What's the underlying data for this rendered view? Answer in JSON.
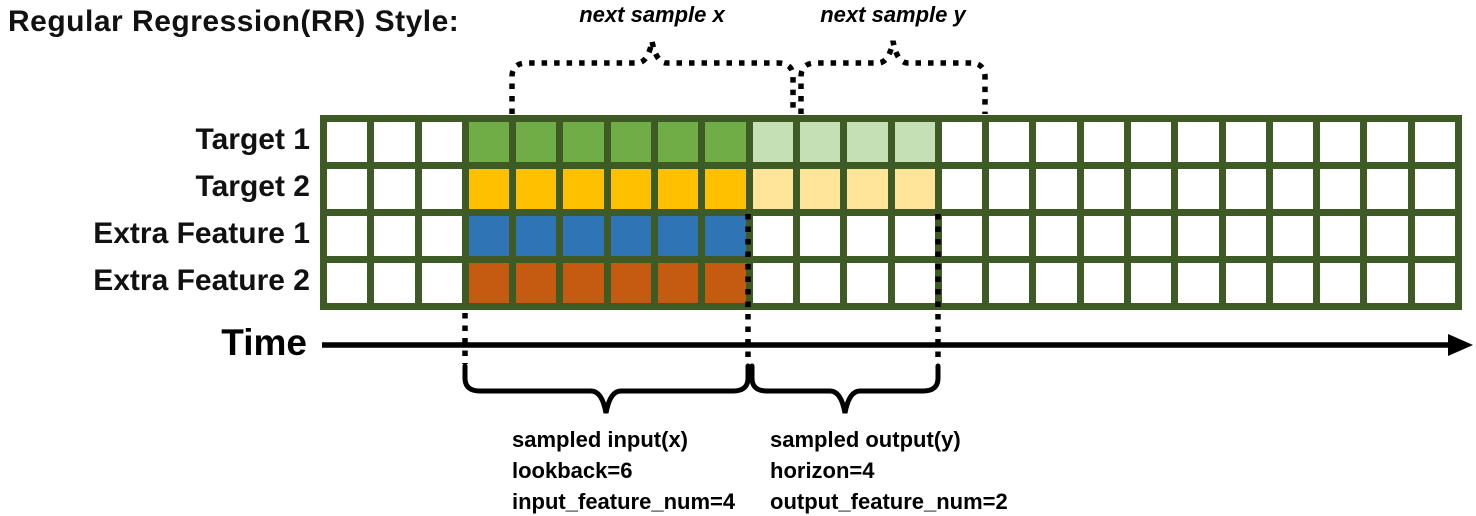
{
  "title": "Regular Regression(RR) Style:",
  "annotations": {
    "next_sample_x": "next sample x",
    "next_sample_y": "next sample y"
  },
  "time_axis": {
    "label": "Time"
  },
  "sample_info": {
    "input": {
      "title": "sampled input(x)",
      "window": "lookback=6",
      "features": "input_feature_num=4"
    },
    "output": {
      "title": "sampled output(y)",
      "window": "horizon=4",
      "features": "output_feature_num=2"
    }
  },
  "grid": {
    "columns": 24,
    "lookback": 6,
    "horizon": 4,
    "colors": {
      "grid_line": "#3E5B26",
      "empty": "#FFFFFF",
      "target1": "#70AD47",
      "target1_light": "#C5E0B4",
      "target2": "#FFC000",
      "target2_light": "#FFE599",
      "extra_feature1": "#2F74B5",
      "extra_feature2": "#C55A11"
    },
    "rows": [
      {
        "label": "Target 1",
        "segments": [
          {
            "count": 3,
            "color": "empty"
          },
          {
            "count": 6,
            "color": "target1"
          },
          {
            "count": 4,
            "color": "target1_light"
          },
          {
            "count": 11,
            "color": "empty"
          }
        ]
      },
      {
        "label": "Target 2",
        "segments": [
          {
            "count": 3,
            "color": "empty"
          },
          {
            "count": 6,
            "color": "target2"
          },
          {
            "count": 4,
            "color": "target2_light"
          },
          {
            "count": 11,
            "color": "empty"
          }
        ]
      },
      {
        "label": "Extra Feature 1",
        "segments": [
          {
            "count": 3,
            "color": "empty"
          },
          {
            "count": 6,
            "color": "extra_feature1"
          },
          {
            "count": 15,
            "color": "empty"
          }
        ]
      },
      {
        "label": "Extra Feature 2",
        "segments": [
          {
            "count": 3,
            "color": "empty"
          },
          {
            "count": 6,
            "color": "extra_feature2"
          },
          {
            "count": 15,
            "color": "empty"
          }
        ]
      }
    ]
  }
}
